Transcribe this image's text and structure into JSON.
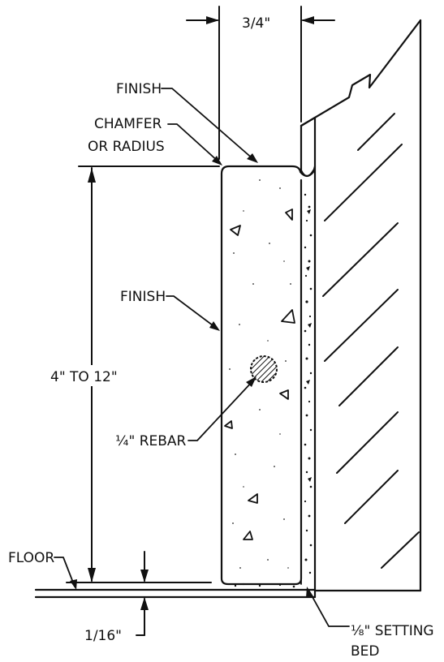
{
  "labels": {
    "top_dimension": "3/4\"",
    "finish_top": "FINISH",
    "chamfer_line1": "CHAMFER",
    "chamfer_line2": "OR RADIUS",
    "finish_side": "FINISH",
    "height_range": "4\" TO 12\"",
    "rebar": "¼\" REBAR",
    "floor": "FLOOR",
    "floor_gap": "1/16\"",
    "setting_bed_line1": "⅛\" SETTING",
    "setting_bed_line2": "BED"
  }
}
